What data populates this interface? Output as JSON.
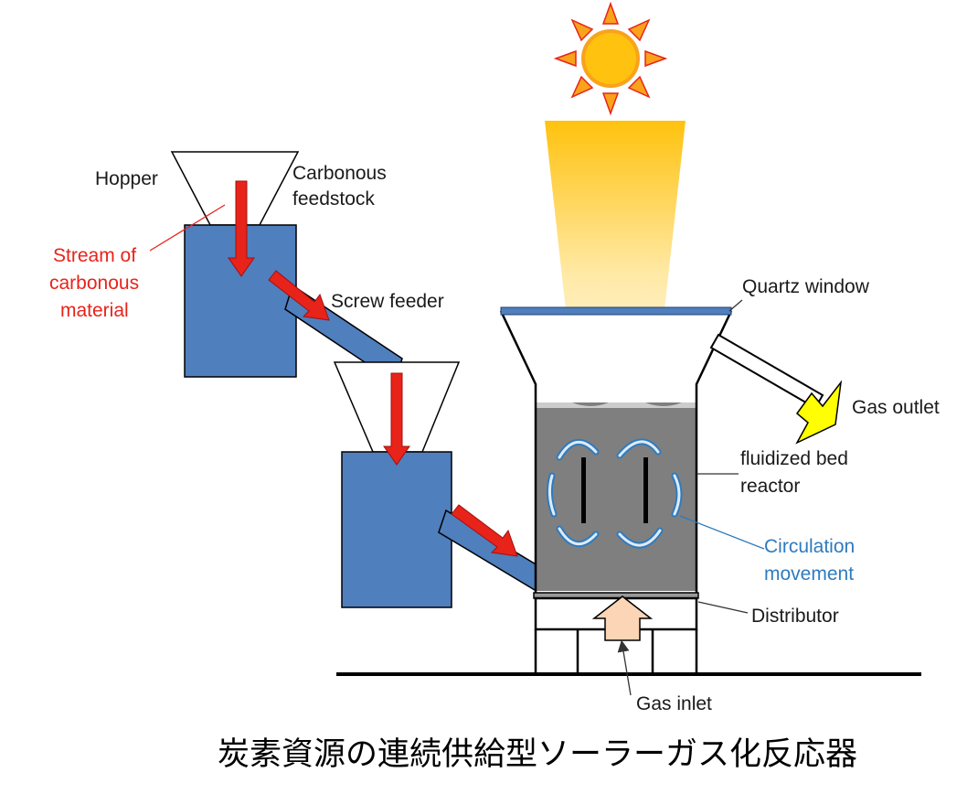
{
  "labels": {
    "hopper": "Hopper",
    "carbonous_feedstock": [
      "Carbonous",
      "feedstock"
    ],
    "stream": [
      "Stream of",
      "carbonous",
      "material"
    ],
    "screw_feeder": "Screw feeder",
    "quartz_window": "Quartz window",
    "gas_outlet": "Gas outlet",
    "fluidized_bed_reactor": [
      "fluidized bed",
      "reactor"
    ],
    "circulation_movement": [
      "Circulation",
      "movement"
    ],
    "distributor": "Distributor",
    "gas_inlet": "Gas inlet"
  },
  "caption": "炭素資源の連続供給型ソーラーガス化反応器",
  "colors": {
    "feeder_blue": "#4f7fbd",
    "stream_red": "#e8231a",
    "sun_orange": "#f9a21b",
    "sun_core": "#ffc20e",
    "beam_top": "#ffc20e",
    "bed_gray": "#7f7f7f",
    "circulation_blue": "#2e7bbf",
    "gas_outlet_yellow": "#ffff00",
    "gas_inlet_peach": "#fbd5b5"
  }
}
